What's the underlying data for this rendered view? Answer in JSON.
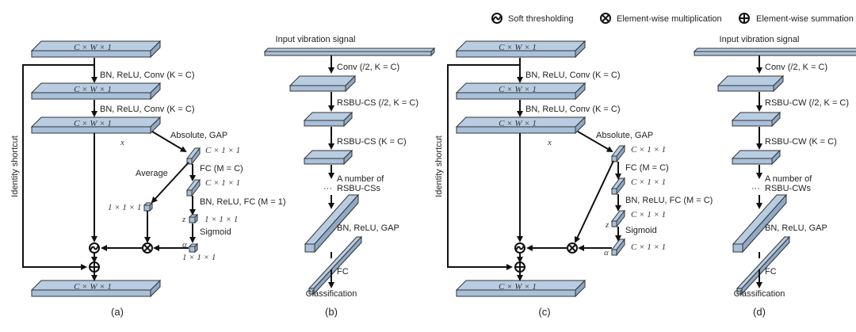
{
  "legend": {
    "items": [
      {
        "icon": "soft-thresholding-icon",
        "label": "Soft thresholding"
      },
      {
        "icon": "element-wise-multiplication-icon",
        "label": "Element-wise multiplication"
      },
      {
        "icon": "element-wise-summation-icon",
        "label": "Element-wise summation"
      }
    ]
  },
  "panel_a": {
    "caption": "(a)",
    "slab_label": "C × W × 1",
    "conv1": "BN, ReLU, Conv (K = C)",
    "conv2": "BN, ReLU, Conv (K = C)",
    "x_label": "x",
    "abs_gap": "Absolute, GAP",
    "feat1": "C × 1 × 1",
    "fc1": "FC (M = C)",
    "feat2": "C × 1 × 1",
    "fc2": "BN, ReLU, FC (M = 1)",
    "z_label": "z",
    "z_dim": "1 × 1 × 1",
    "sigmoid": "Sigmoid",
    "alpha_label": "α",
    "alpha_dim": "1 × 1 × 1",
    "average": "Average",
    "avg_dim": "1 × 1 × 1",
    "shortcut": "Identity shortcut"
  },
  "panel_b": {
    "caption": "(b)",
    "input": "Input vibration signal",
    "conv": "Conv (/2, K = C)",
    "rsbu1": "RSBU-CS (/2, K = C)",
    "rsbu2": "RSBU-CS (K = C)",
    "more1": "A number of",
    "more2": "RSBU-CSs",
    "dots": "···",
    "gap": "BN, ReLU, GAP",
    "fc": "FC",
    "out": "Classification"
  },
  "panel_c": {
    "caption": "(c)",
    "slab_label": "C × W × 1",
    "conv1": "BN, ReLU, Conv (K = C)",
    "conv2": "BN, ReLU, Conv (K = C)",
    "x_label": "x",
    "abs_gap": "Absolute, GAP",
    "feat1": "C × 1 × 1",
    "fc1": "FC (M = C)",
    "feat2": "C × 1 × 1",
    "fc2": "BN, ReLU, FC (M = C)",
    "z_label": "z",
    "z_dim": "C × 1 × 1",
    "sigmoid": "Sigmoid",
    "alpha_label": "α",
    "alpha_dim": "C × 1 × 1",
    "shortcut": "Identity shortcut"
  },
  "panel_d": {
    "caption": "(d)",
    "input": "Input vibration signal",
    "conv": "Conv (/2, K = C)",
    "rsbu1": "RSBU-CW (/2, K = C)",
    "rsbu2": "RSBU-CW (K = C)",
    "more1": "A number of",
    "more2": "RSBU-CWs",
    "dots": "···",
    "gap": "BN, ReLU, GAP",
    "fc": "FC",
    "out": "Classification"
  }
}
